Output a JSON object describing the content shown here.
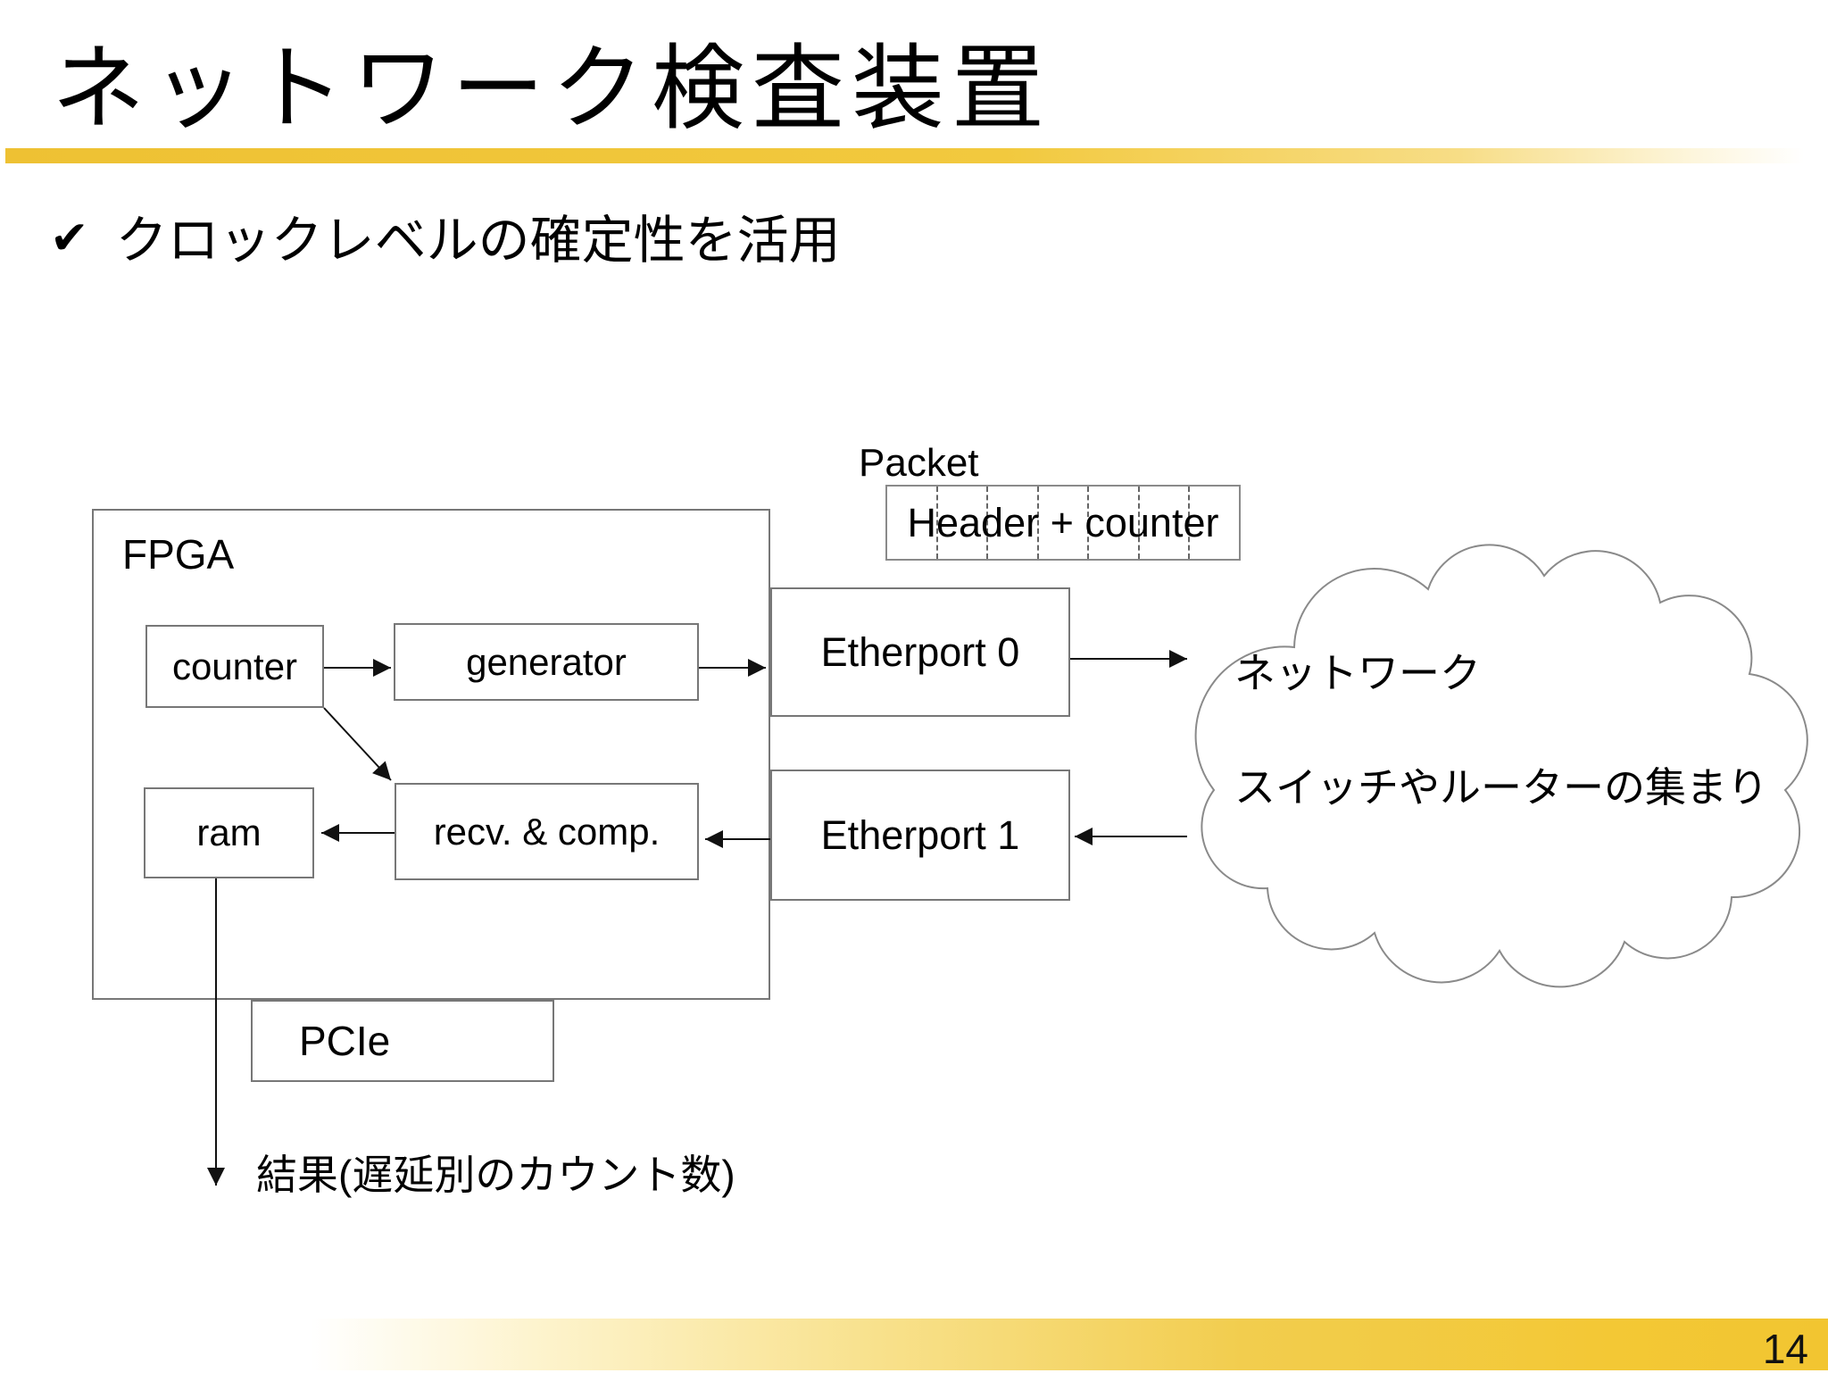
{
  "slide": {
    "title": "ネットワーク検査装置",
    "bullet_check": "✔",
    "bullet_text": "クロックレベルの確定性を活用",
    "page_number": "14"
  },
  "diagram": {
    "packet_label": "Packet",
    "packet_content": "Header + counter",
    "packet_cells": 7,
    "fpga_label": "FPGA",
    "counter_label": "counter",
    "generator_label": "generator",
    "ram_label": "ram",
    "recv_comp_label": "recv. & comp.",
    "etherport0_label": "Etherport 0",
    "etherport1_label": "Etherport 1",
    "cloud_line1": "ネットワーク",
    "cloud_line2": "スイッチやルーターの集まり",
    "pcie_label": "PCIe",
    "result_label": "結果(遅延別のカウント数)"
  },
  "colors": {
    "accent_gold": "#F2C93E",
    "box_border": "#777777",
    "arrow": "#111111",
    "text": "#000000"
  }
}
